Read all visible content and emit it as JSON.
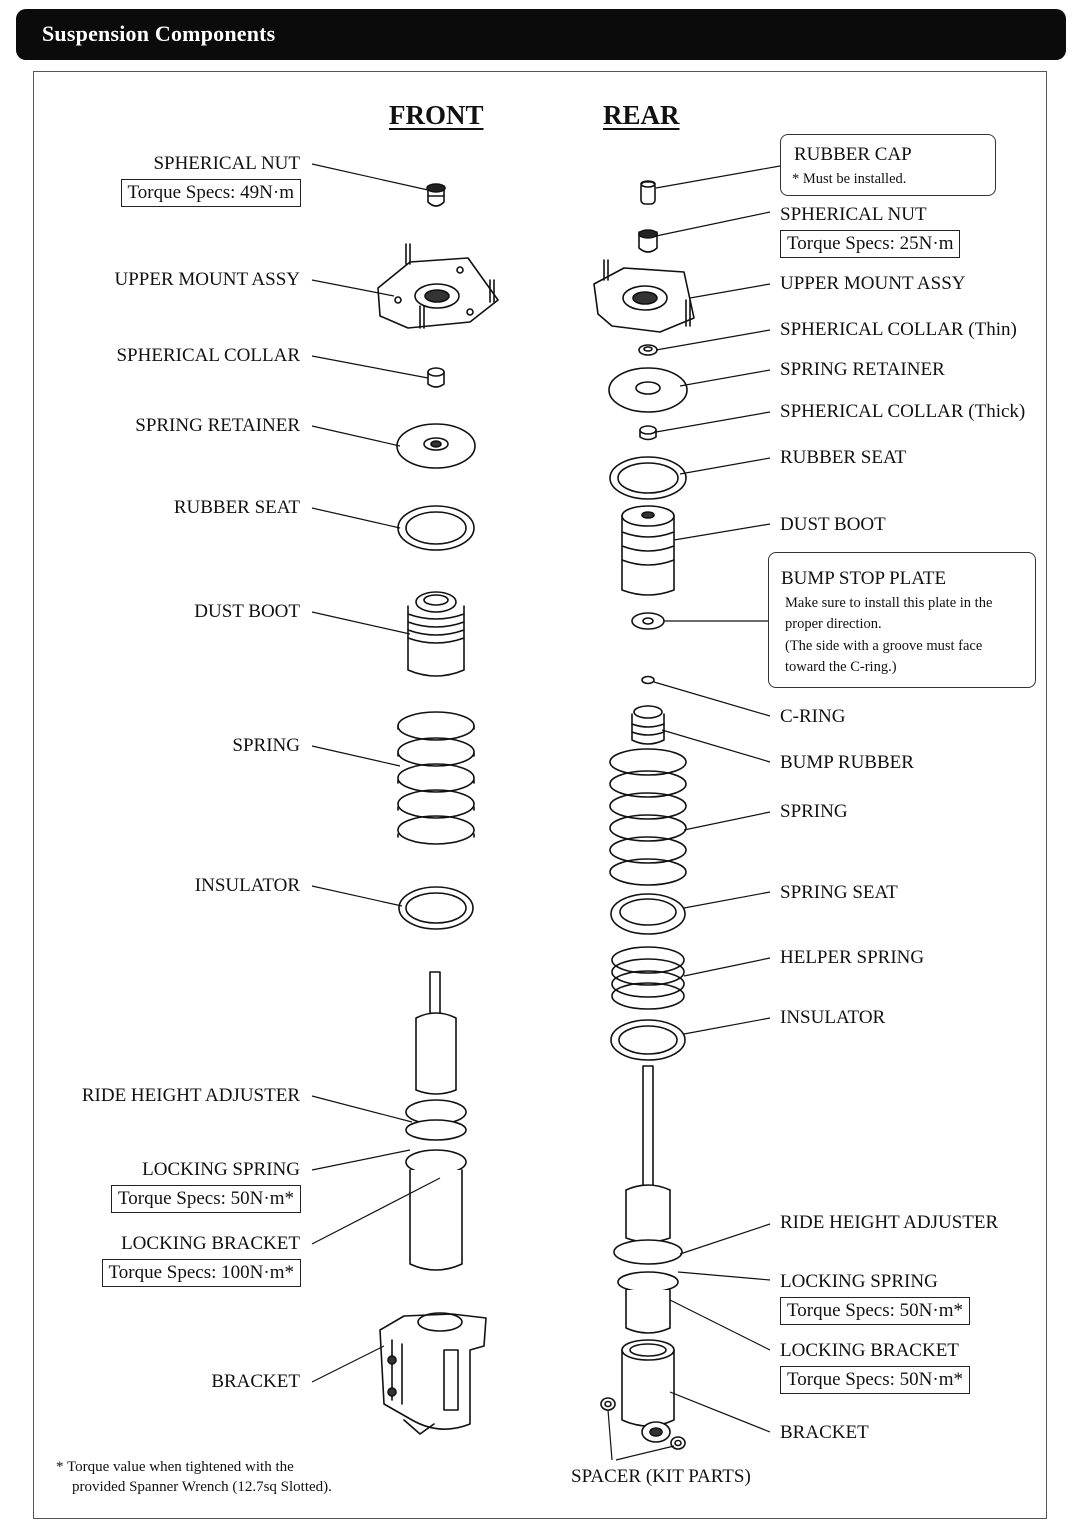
{
  "header": {
    "title": "Suspension Components"
  },
  "front": {
    "heading": "FRONT",
    "spherical_nut": "SPHERICAL NUT",
    "spherical_nut_torque": "Torque Specs: 49N·m",
    "upper_mount": "UPPER MOUNT ASSY",
    "spherical_collar": "SPHERICAL COLLAR",
    "spring_retainer": "SPRING RETAINER",
    "rubber_seat": "RUBBER SEAT",
    "dust_boot": "DUST BOOT",
    "spring": "SPRING",
    "insulator": "INSULATOR",
    "ride_height_adjuster": "RIDE HEIGHT ADJUSTER",
    "locking_spring": "LOCKING SPRING",
    "locking_spring_torque": "Torque Specs: 50N·m*",
    "locking_bracket": "LOCKING BRACKET",
    "locking_bracket_torque": "Torque Specs: 100N·m*",
    "bracket": "BRACKET"
  },
  "rear": {
    "heading": "REAR",
    "rubber_cap": "RUBBER CAP",
    "rubber_cap_note": "* Must be installed.",
    "spherical_nut": "SPHERICAL NUT",
    "spherical_nut_torque": "Torque Specs: 25N·m",
    "upper_mount": "UPPER MOUNT ASSY",
    "spherical_collar_thin": "SPHERICAL COLLAR (Thin)",
    "spring_retainer": "SPRING RETAINER",
    "spherical_collar_thick": "SPHERICAL COLLAR (Thick)",
    "rubber_seat": "RUBBER SEAT",
    "dust_boot": "DUST BOOT",
    "bump_stop_plate": "BUMP STOP PLATE",
    "bump_stop_note": [
      "Make sure to install this plate in the",
      "proper direction.",
      "(The side with a groove must face",
      "toward the C-ring.)"
    ],
    "c_ring": "C-RING",
    "bump_rubber": "BUMP RUBBER",
    "spring": "SPRING",
    "spring_seat": "SPRING SEAT",
    "helper_spring": "HELPER SPRING",
    "insulator": "INSULATOR",
    "ride_height_adjuster": "RIDE HEIGHT ADJUSTER",
    "locking_spring": "LOCKING SPRING",
    "locking_spring_torque": "Torque Specs: 50N·m*",
    "locking_bracket": "LOCKING BRACKET",
    "locking_bracket_torque": "Torque Specs: 50N·m*",
    "bracket": "BRACKET",
    "spacer": "SPACER (KIT PARTS)"
  },
  "footnote": [
    "* Torque value when tightened with the",
    "provided Spanner Wrench (12.7sq Slotted)."
  ]
}
